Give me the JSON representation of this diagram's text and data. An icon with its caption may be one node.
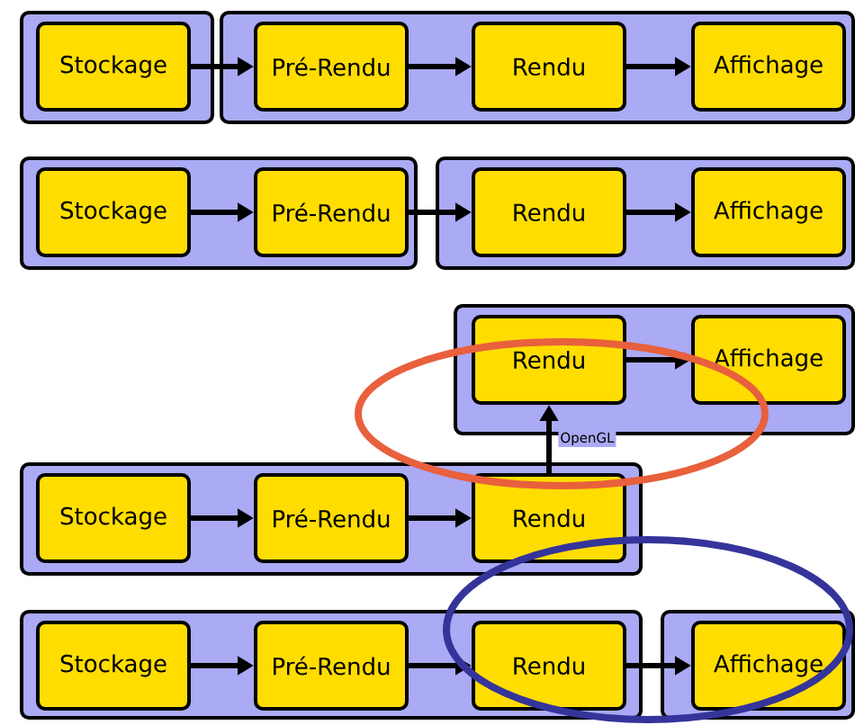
{
  "diagram": {
    "nodes": [
      {
        "text": [],
        "shape": "box"
      },
      {
        "text": [
          "Stockage"
        ],
        "in": 0
      },
      {
        "text": [],
        "shape": "box"
      },
      {
        "text": [
          "Pré-Rendu"
        ],
        "in": 2
      },
      {
        "text": [
          "Rendu"
        ],
        "in": 2
      },
      {
        "text": [
          "Affichage"
        ],
        "in": 2
      },
      {
        "text": [],
        "shape": "box"
      },
      {
        "text": [
          "Stockage"
        ],
        "in": 6
      },
      {
        "text": [
          "Pré-Rendu"
        ],
        "in": 6
      },
      {
        "text": [],
        "shape": "box"
      },
      {
        "text": [
          "Rendu"
        ],
        "in": 9
      },
      {
        "text": [
          "Affichage"
        ],
        "in": 9
      },
      {
        "text": [],
        "shape": "box"
      },
      {
        "text": [
          "Rendu"
        ],
        "in": 12
      },
      {
        "text": [
          "Affichage"
        ],
        "in": 12
      },
      {
        "text": [],
        "shape": "box"
      },
      {
        "text": [
          "Stockage"
        ],
        "in": 15
      },
      {
        "text": [
          "Pré-Rendu"
        ],
        "in": 15
      },
      {
        "text": [
          "Rendu"
        ],
        "in": 15
      },
      {
        "text": [],
        "shape": "box"
      },
      {
        "text": [
          "Stockage"
        ],
        "in": 19
      },
      {
        "text": [
          "Pré-Rendu"
        ],
        "in": 19
      },
      {
        "text": [
          "Rendu"
        ],
        "in": 19
      },
      {
        "text": [],
        "shape": "box"
      },
      {
        "text": [
          "Affichage"
        ],
        "in": 23
      }
    ],
    "edges": [
      {
        "from": 1,
        "to": 3,
        "arrow": "to"
      },
      {
        "from": 3,
        "to": 4,
        "arrow": "to"
      },
      {
        "from": 4,
        "to": 5,
        "arrow": "to"
      },
      {
        "from": 7,
        "to": 8,
        "arrow": "to"
      },
      {
        "from": 8,
        "to": 10,
        "arrow": "to"
      },
      {
        "from": 10,
        "to": 11,
        "arrow": "to"
      },
      {
        "from": 13,
        "to": 14,
        "arrow": "to"
      },
      {
        "from": 16,
        "to": 17,
        "arrow": "to"
      },
      {
        "from": 17,
        "to": 18,
        "arrow": "to"
      },
      {
        "from": 18,
        "to": 13,
        "arrow": "to",
        "label": "OpenGL"
      },
      {
        "from": 20,
        "to": 21,
        "arrow": "to"
      },
      {
        "from": 21,
        "to": 22,
        "arrow": "to"
      },
      {
        "from": 22,
        "to": 24,
        "arrow": "to"
      }
    ]
  }
}
